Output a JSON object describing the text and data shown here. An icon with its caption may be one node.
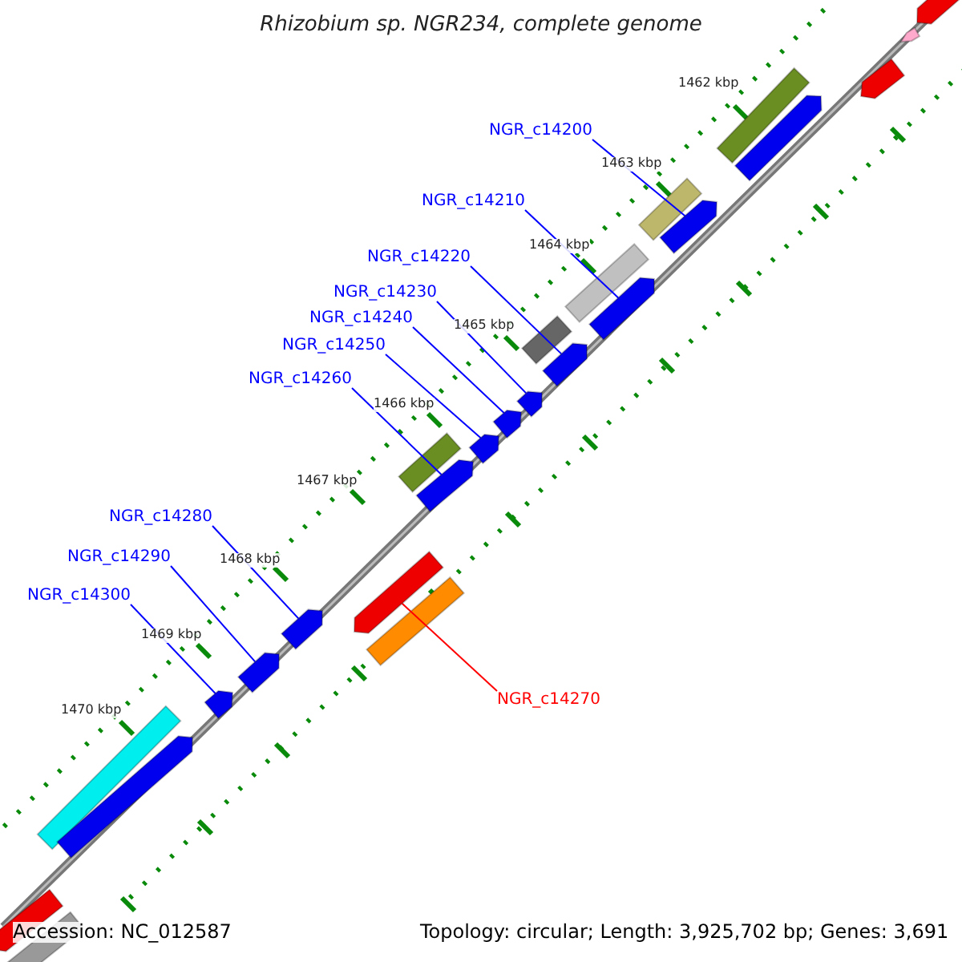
{
  "diagram": {
    "title": "Rhizobium sp. NGR234, complete genome",
    "nodes": [
      {
        "text": [
          "NGR_c14200"
        ]
      },
      {
        "text": [
          "NGR_c14210"
        ]
      },
      {
        "text": [
          "NGR_c14220"
        ]
      },
      {
        "text": [
          "NGR_c14230"
        ]
      },
      {
        "text": [
          "NGR_c14240"
        ]
      },
      {
        "text": [
          "NGR_c14250"
        ]
      },
      {
        "text": [
          "NGR_c14260"
        ]
      },
      {
        "text": [
          "NGR_c14280"
        ]
      },
      {
        "text": [
          "NGR_c14290"
        ]
      },
      {
        "text": [
          "NGR_c14300"
        ]
      },
      {
        "text": [
          "NGR_c14270"
        ]
      },
      {
        "text": [],
        "shape": "arrow"
      },
      {
        "text": [],
        "shape": "arrow"
      },
      {
        "text": [],
        "shape": "arrow"
      },
      {
        "text": [],
        "shape": "arrow"
      },
      {
        "text": [],
        "shape": "arrow"
      },
      {
        "text": [],
        "shape": "arrow"
      },
      {
        "text": [],
        "shape": "arrow"
      },
      {
        "text": [],
        "shape": "arrow"
      },
      {
        "text": [],
        "shape": "arrow"
      },
      {
        "text": [],
        "shape": "arrow"
      },
      {
        "text": [],
        "shape": "arrow"
      },
      {
        "text": [],
        "shape": "arrow"
      },
      {
        "text": [],
        "shape": "arrow"
      }
    ],
    "edges": [
      {
        "from": 0,
        "to": 12,
        "arrow": "none"
      },
      {
        "from": 1,
        "to": 13,
        "arrow": "none"
      },
      {
        "from": 2,
        "to": 14,
        "arrow": "none"
      },
      {
        "from": 3,
        "to": 15,
        "arrow": "none"
      },
      {
        "from": 4,
        "to": 16,
        "arrow": "none"
      },
      {
        "from": 5,
        "to": 17,
        "arrow": "none"
      },
      {
        "from": 6,
        "to": 18,
        "arrow": "none"
      },
      {
        "from": 10,
        "to": 19,
        "arrow": "none",
        "color": "#ff0000"
      },
      {
        "from": 7,
        "to": 20,
        "arrow": "none"
      },
      {
        "from": 8,
        "to": 21,
        "arrow": "none"
      },
      {
        "from": 9,
        "to": 22,
        "arrow": "none"
      }
    ],
    "labels": [
      "1462 kbp",
      "1463 kbp",
      "1464 kbp",
      "1465 kbp",
      "1466 kbp",
      "1467 kbp",
      "1468 kbp",
      "1469 kbp",
      "1470 kbp",
      "Accession: NC_012587",
      "Topology: circular; Length: 3,925,702 bp; Genes: 3,691"
    ]
  }
}
